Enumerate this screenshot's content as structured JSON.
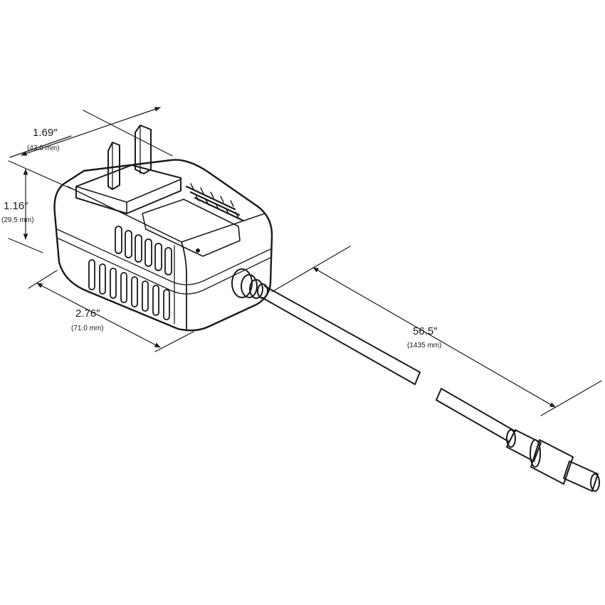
{
  "dimensions": {
    "width": {
      "inches": "1.69″",
      "mm": "(43.0 mm)"
    },
    "height": {
      "inches": "1.16″",
      "mm": "(29.5 mm)"
    },
    "length": {
      "inches": "2.76″",
      "mm": "(71.0 mm)"
    },
    "cord": {
      "inches": "56.5″",
      "mm": "(1435 mm)"
    }
  }
}
